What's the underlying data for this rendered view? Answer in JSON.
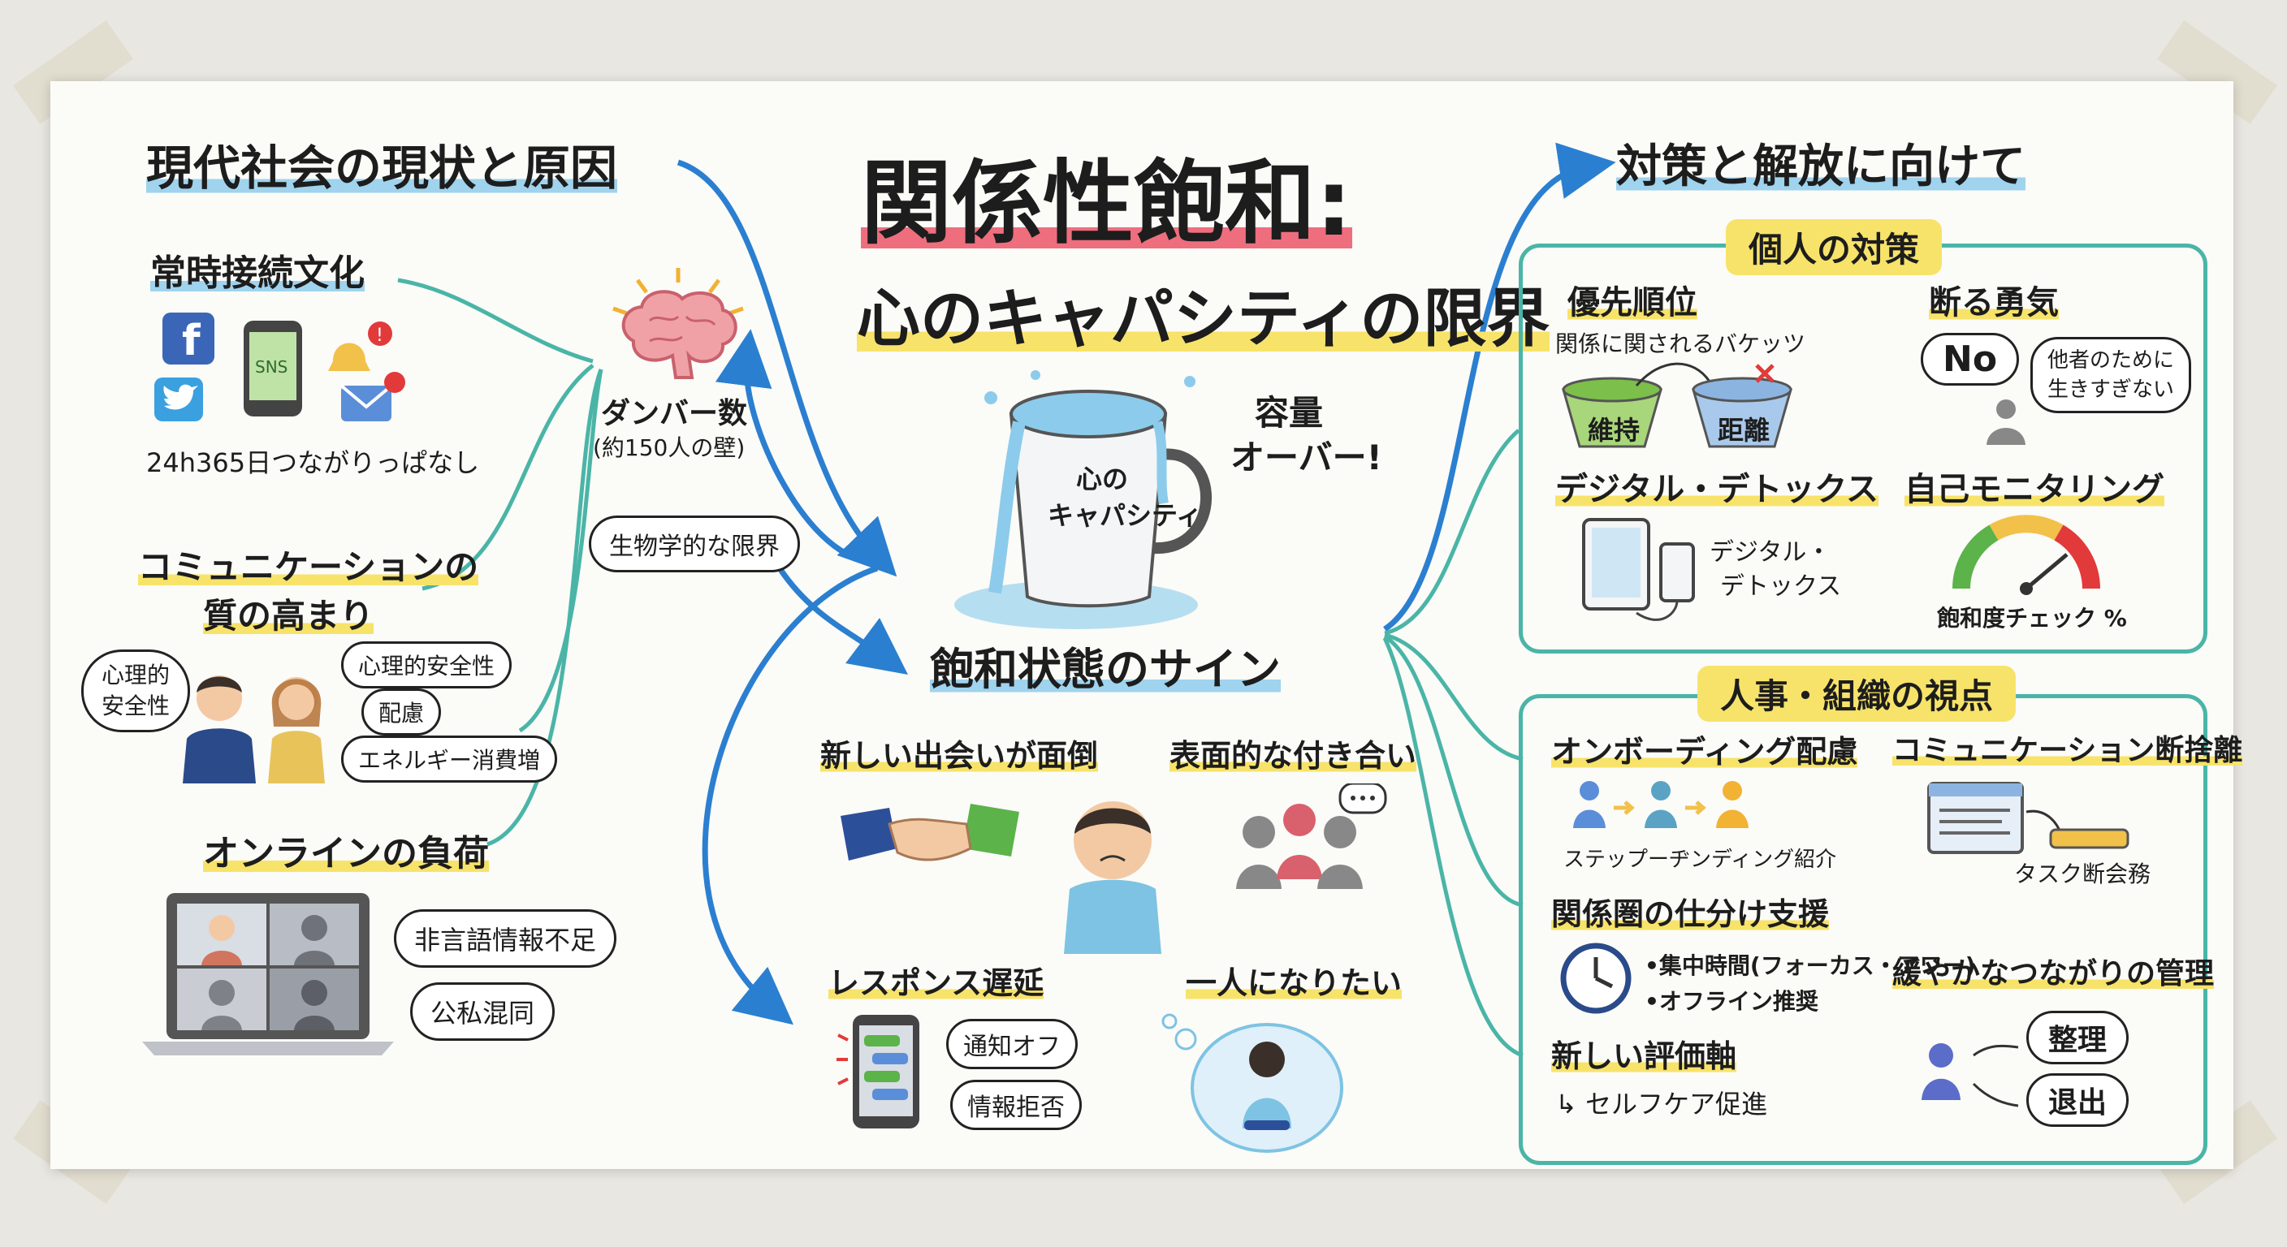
{
  "title": {
    "line1": "関係性飽和:",
    "line2": "心のキャパシティの限界"
  },
  "left": {
    "heading": "現代社会の現状と原因",
    "connection": {
      "title": "常時接続文化",
      "caption": "24h365日つながりっぱなし",
      "phone_label": "SNS"
    },
    "communication": {
      "title_line1": "コミュニケーションの",
      "title_line2": "質の高まり",
      "bubble": "心理的\n安全性",
      "items": [
        "心理的安全性",
        "配慮",
        "エネルギー消費増"
      ]
    },
    "online": {
      "title": "オンラインの負荷",
      "items": [
        "非言語情報不足",
        "公私混同"
      ]
    }
  },
  "brain": {
    "label": "ダンバー数",
    "sub": "(約150人の壁)",
    "bubble": "生物学的な限界"
  },
  "center": {
    "cup_label_line1": "心の",
    "cup_label_line2": "キャパシティ",
    "overflow_line1": "容量",
    "overflow_line2": "オーバー!",
    "signs_heading": "飽和状態のサイン",
    "signs": {
      "s1": "新しい出会いが面倒",
      "s2": "表面的な付き合い",
      "s3": "レスポンス遅延",
      "s3_items": [
        "通知オフ",
        "情報拒否"
      ],
      "s4": "一人になりたい"
    }
  },
  "right": {
    "heading": "対策と解放に向けて",
    "personal": {
      "tag": "個人の対策",
      "priority": {
        "title": "優先順位",
        "sub": "関係に関されるバケッツ",
        "bucket1": "維持",
        "bucket2": "距離"
      },
      "refuse": {
        "title": "断る勇気",
        "no": "No",
        "bubble_line1": "他者のために",
        "bubble_line2": "生きすぎない"
      },
      "detox": {
        "title": "デジタル・デトックス",
        "caption_line1": "デジタル・",
        "caption_line2": "デトックス"
      },
      "monitor": {
        "title": "自己モニタリング",
        "caption": "飽和度チェック %"
      }
    },
    "org": {
      "tag": "人事・組織の視点",
      "onboarding": {
        "title": "オンボーディング配慮",
        "caption": "ステップーヂンディング紹介"
      },
      "comm_clean": {
        "title": "コミュニケーション断捨離",
        "caption": "タスク断会務"
      },
      "sorting": {
        "title": "関係圏の仕分け支援",
        "items": [
          "•集中時間(フォーカス・アワー)",
          "•オフライン推奨"
        ]
      },
      "loose": {
        "title": "緩やかなつながりの管理",
        "items": [
          "整理",
          "退出"
        ]
      },
      "evaluation": {
        "title": "新しい評価軸",
        "sub": "↳ セルフケア促進"
      }
    }
  },
  "colors": {
    "teal": "#4ab5a7",
    "blue": "#2b7fd0",
    "yellow": "#f7e36a",
    "pink": "#ee6e7e"
  }
}
